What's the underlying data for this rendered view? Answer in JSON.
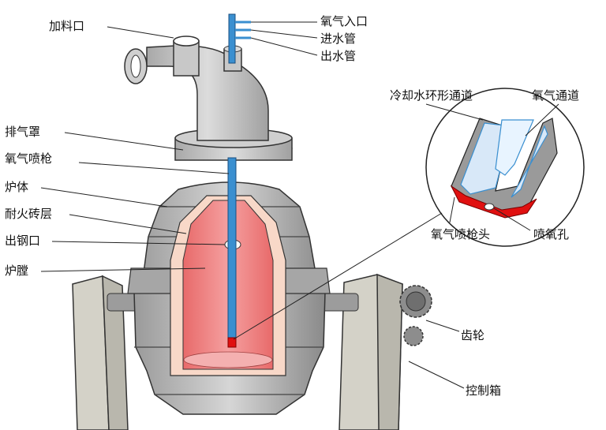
{
  "labels": {
    "feed_port": "加料口",
    "oxygen_inlet": "氧气入口",
    "water_inlet": "进水管",
    "water_outlet": "出水管",
    "exhaust_hood": "排气罩",
    "oxygen_lance": "氧气喷枪",
    "furnace_body": "炉体",
    "refractory_layer": "耐火砖层",
    "tap_hole": "出钢口",
    "furnace_chamber": "炉膛",
    "cooling_channel": "冷却水环形通道",
    "oxygen_channel": "氧气通道",
    "lance_head": "氧气喷枪头",
    "oxygen_nozzle": "喷氧孔",
    "gear": "齿轮",
    "control_box": "控制箱"
  },
  "colors": {
    "steel_gray": "#c8c8c8",
    "dark_gray": "#5a5a5a",
    "refractory": "#f8d8c8",
    "molten": "#f08080",
    "lance_blue": "#3a8fd0",
    "nozzle_red": "#e01010"
  }
}
